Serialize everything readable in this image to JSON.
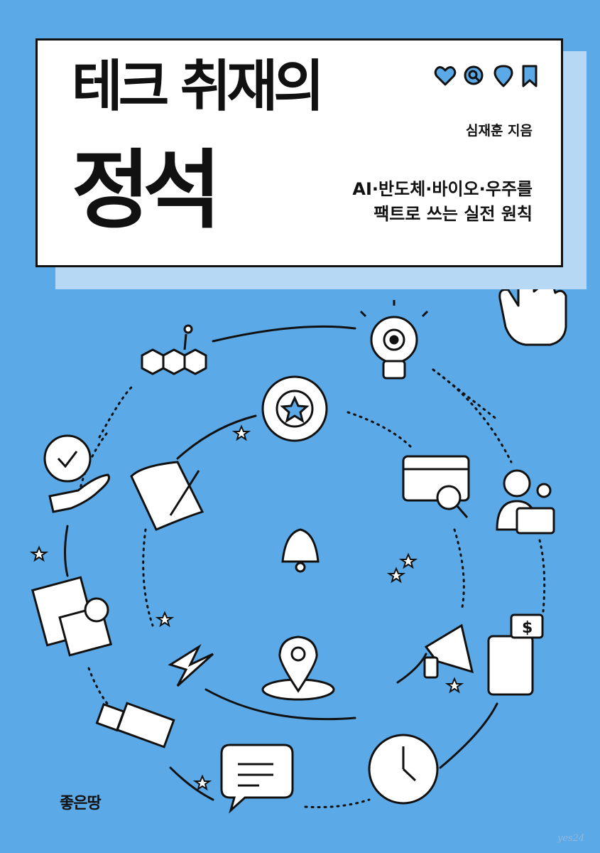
{
  "book": {
    "title_line1": "테크 취재의",
    "title_line2": "정석",
    "author": "심재훈 지음",
    "subtitle_line1": "AI·반도체·바이오·우주를",
    "subtitle_line2": "팩트로 쓰는 실전 원칙",
    "publisher": "좋은땅",
    "watermark": "yes24"
  },
  "colors": {
    "background": "#5ba9e6",
    "title_box": "#ffffff",
    "title_shadow": "#b7d8f4",
    "ink": "#111111"
  },
  "icons": [
    "heart-icon",
    "search-icon",
    "location-pin-icon",
    "bookmark-icon",
    "pointing-hand-icon",
    "molecule-icon",
    "lightbulb-gear-icon",
    "gear-star-icon",
    "calendar-search-icon",
    "person-laptop-icon",
    "hand-coin-check-icon",
    "contract-pen-icon",
    "bell-icon",
    "notebook-clock-icon",
    "lightning-icon",
    "map-pin-icon",
    "megaphone-icon",
    "calculator-dollar-icon",
    "usb-drive-icon",
    "chat-bubble-icon",
    "clock-icon"
  ]
}
